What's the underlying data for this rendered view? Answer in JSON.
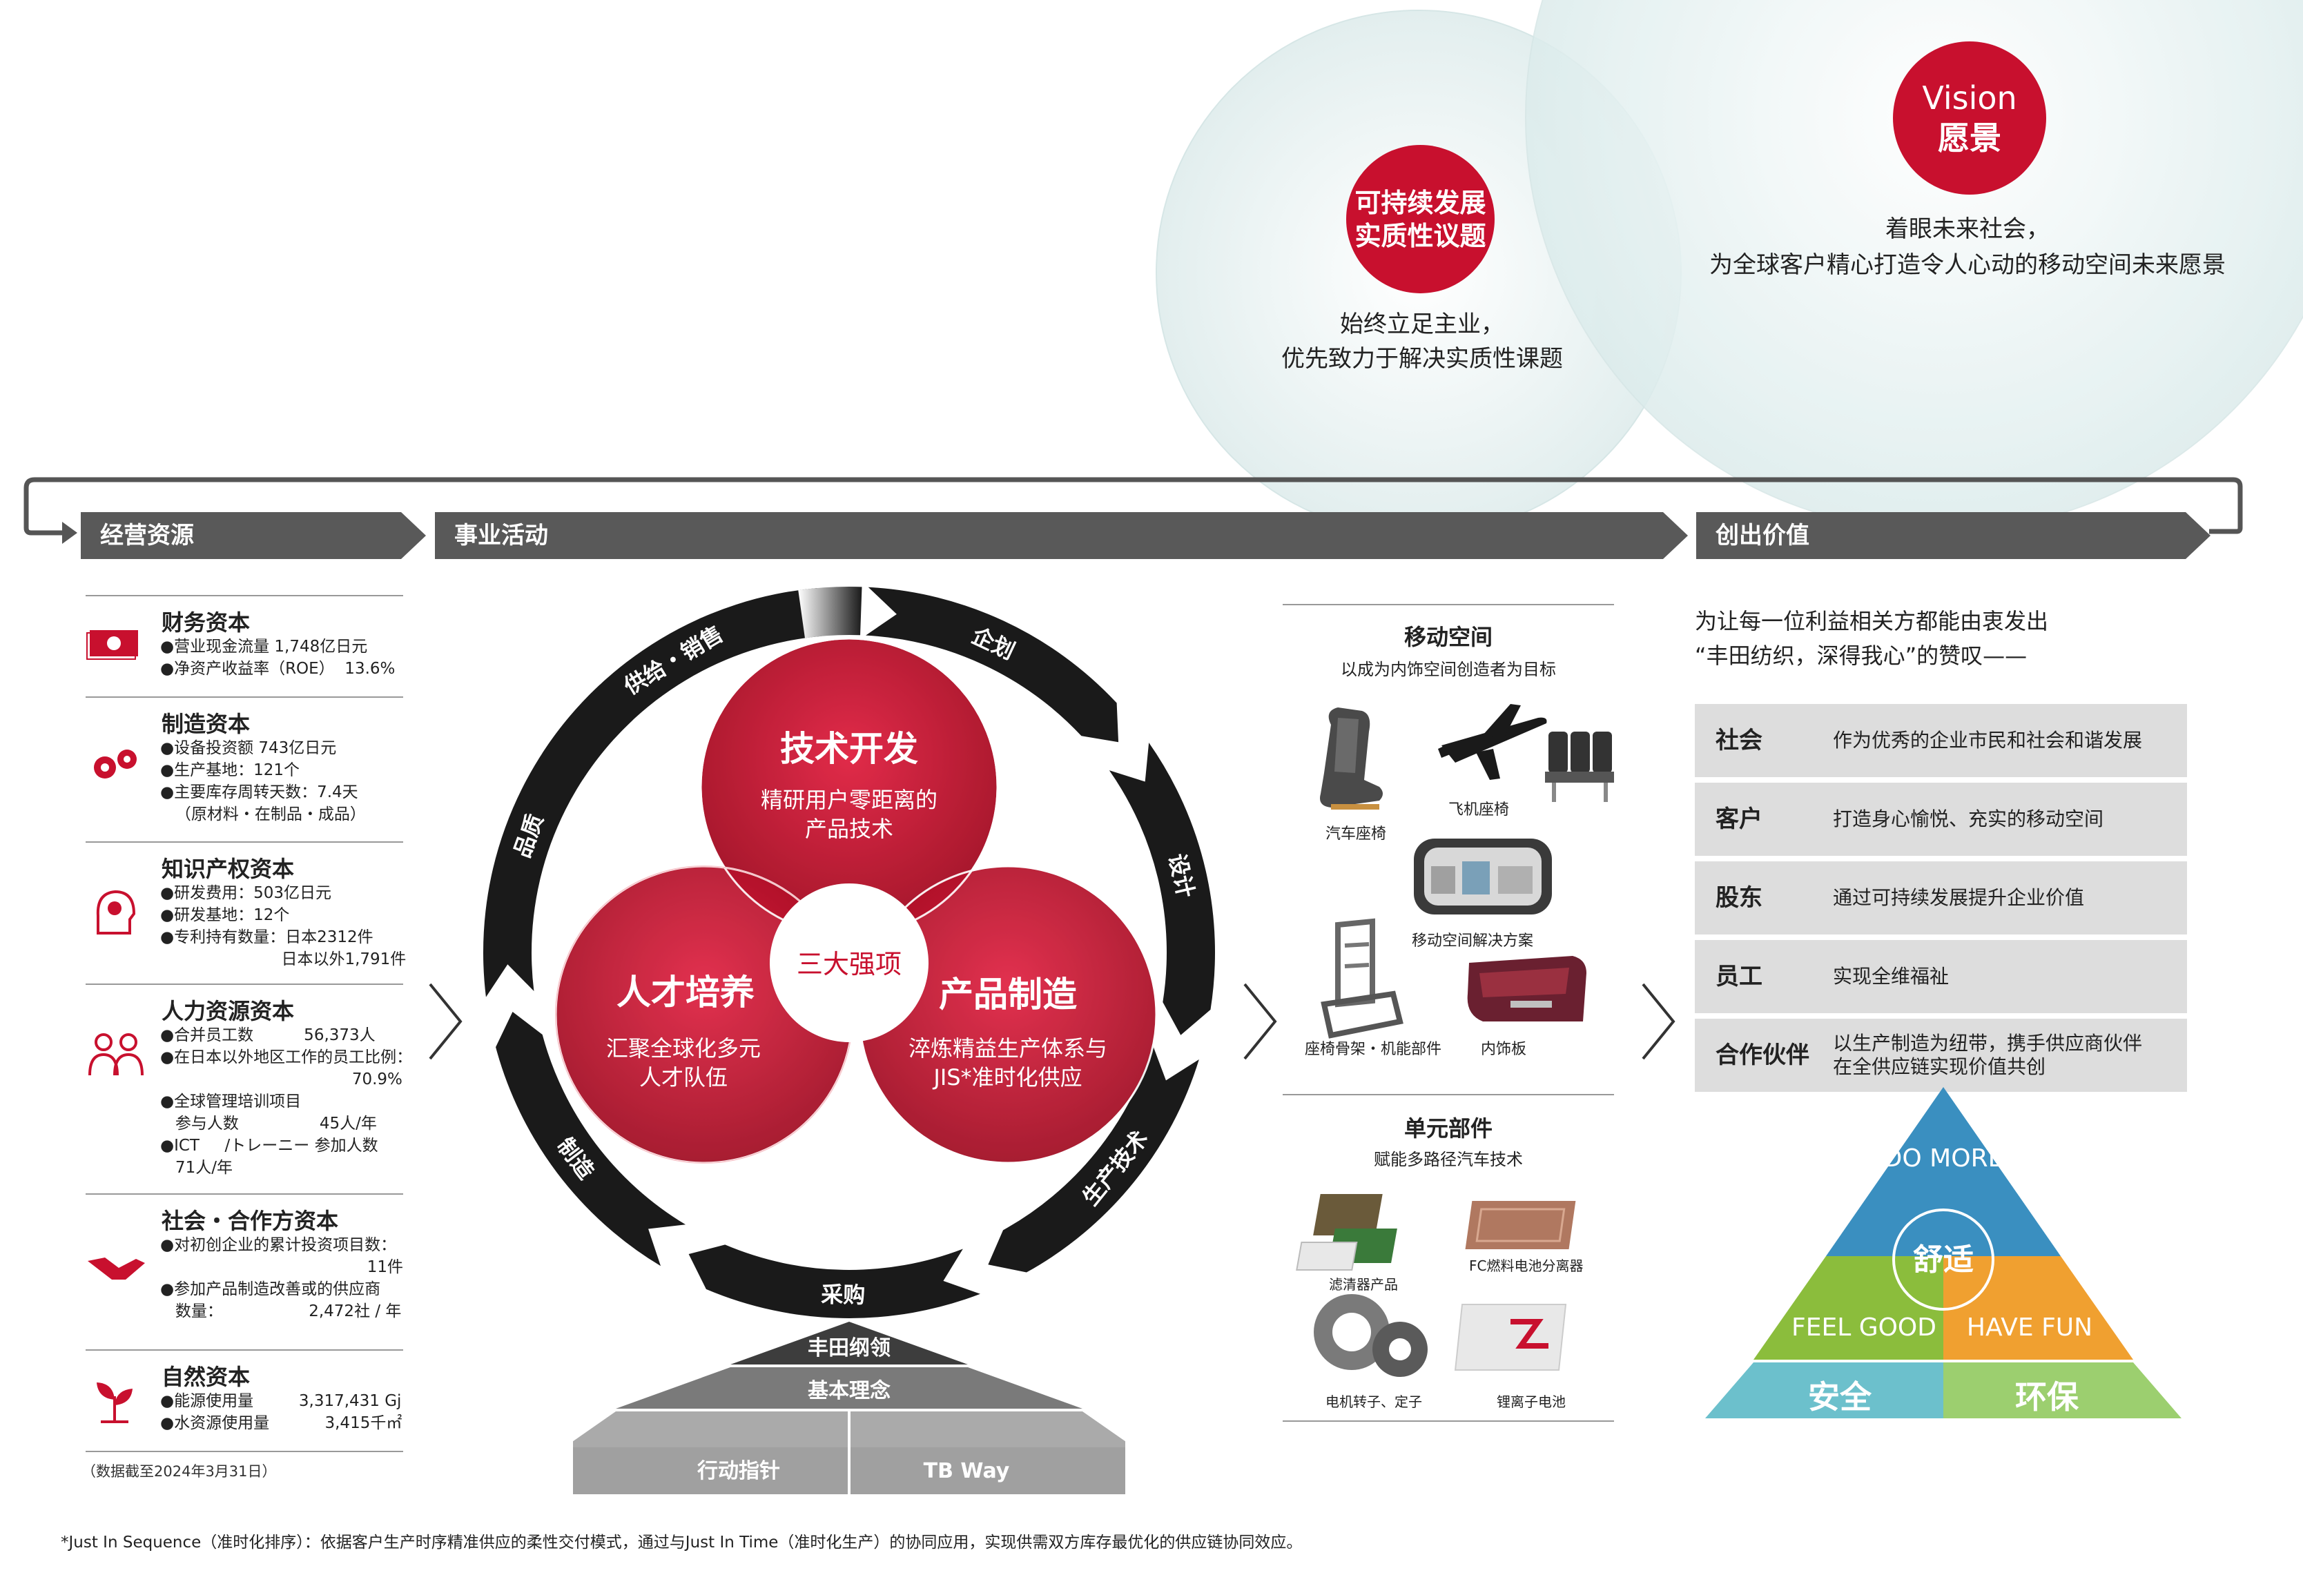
{
  "top": {
    "sustain_badge_line1": "可持续发展",
    "sustain_badge_line2": "实质性议题",
    "sustain_text_line1": "始终立足主业，",
    "sustain_text_line2": "优先致力于解决实质性课题",
    "vision_badge_line1": "Vision",
    "vision_badge_line2": "愿景",
    "vision_text_line1": "着眼未来社会，",
    "vision_text_line2": "为全球客户精心打造令人心动的移动空间未来愿景"
  },
  "headers": {
    "resources": "经营资源",
    "business": "事业活动",
    "value": "创出价值"
  },
  "resources": [
    {
      "title": "财务资本",
      "icon": "money-icon",
      "lines": [
        "●营业现金流量 1,748亿日元",
        "●净资产收益率（ROE）  13.6%"
      ]
    },
    {
      "title": "制造资本",
      "icon": "gears-icon",
      "lines": [
        "●设备投资额 743亿日元",
        "●生产基地：121个",
        "●主要库存周转天数：7.4天",
        "   （原材料・在制品・成品）"
      ]
    },
    {
      "title": "知识产权资本",
      "icon": "idea-head-icon",
      "lines": [
        "●研发费用：503亿日元",
        "●研发基地：12个",
        "●专利持有数量：日本2312件",
        "                        日本以外1,791件"
      ]
    },
    {
      "title": "人力资源资本",
      "icon": "people-icon",
      "lines": [
        "●合并员工数          56,373人",
        "●在日本以外地区工作的员工比例：",
        "                                      70.9%",
        "●全球管理培训项目",
        "   参与人数                45人/年",
        "●ICT     /トレーニー 参加人数",
        "   71人/年"
      ]
    },
    {
      "title": "社会・合作方资本",
      "icon": "handshake-icon",
      "lines": [
        "●对初创企业的累计投资项目数：",
        "                                         11件",
        "●参加产品制造改善或的供应商",
        "   数量：                 2,472社 / 年"
      ]
    },
    {
      "title": "自然资本",
      "icon": "plant-icon",
      "lines": [
        "●能源使用量         3,317,431 Gj",
        "●水资源使用量           3,415千㎡"
      ]
    }
  ],
  "resources_note": "（数据截至2024年3月31日）",
  "cycle": {
    "segments": [
      "供给・销售",
      "企划",
      "设计",
      "生产技术",
      "采购",
      "制造",
      "品质"
    ],
    "venn": {
      "tech_title": "技术开发",
      "tech_line1": "精研用户零距离的",
      "tech_line2": "产品技术",
      "talent_title": "人才培养",
      "talent_line1": "汇聚全球化多元",
      "talent_line2": "人才队伍",
      "mfg_title": "产品制造",
      "mfg_line1": "淬炼精益生产体系与",
      "mfg_line2": "JIS*准时化供应",
      "center": "三大强项"
    }
  },
  "pyramid_bottom": {
    "top": "丰田纲领",
    "middle": "基本理念",
    "bottom_left": "行动指针",
    "bottom_right": "TB Way"
  },
  "products": {
    "mobility_title": "移动空间",
    "mobility_sub": "以成为内饰空间创造者为目标",
    "items1": [
      "汽车座椅",
      "飞机座椅",
      "移动空间解决方案",
      "座椅骨架・机能部件",
      "内饰板"
    ],
    "unit_title": "单元部件",
    "unit_sub": "赋能多路径汽车技术",
    "items2": [
      "滤清器产品",
      "FC燃料电池分离器",
      "电机转子、定子",
      "锂离子电池"
    ]
  },
  "value": {
    "intro_line1": "为让每一位利益相关方都能由衷发出",
    "intro_line2": "“丰田纺织，深得我心”的赞叹——",
    "rows": [
      {
        "label": "社会",
        "desc": "作为优秀的企业市民和社会和谐发展"
      },
      {
        "label": "客户",
        "desc": "打造身心愉悦、充实的移动空间"
      },
      {
        "label": "股东",
        "desc": "通过可持续发展提升企业价值"
      },
      {
        "label": "员工",
        "desc": "实现全维福祉"
      },
      {
        "label": "合作伙伴",
        "desc": "以生产制造为纽带，携手供应商伙伴\n在全供应链实现价值共创"
      }
    ],
    "pyramid": {
      "do_more": "DO MORE",
      "comfort": "舒适",
      "feel_good": "FEEL GOOD",
      "have_fun": "HAVE FUN",
      "safety": "安全",
      "eco": "环保"
    }
  },
  "footnote": "*Just In Sequence（准时化排序）：依据客户生产时序精准供应的柔性交付模式，通过与Just In Time（准时化生产）的协同应用，实现供需双方库存最优化的供应链协同效应。",
  "colors": {
    "red": "#c8102e",
    "dark": "#1a1a1a",
    "gray": "#595959",
    "teal": "#5bb4c4",
    "blue": "#3a8fc0",
    "green": "#8bbd3c",
    "orange": "#f0a030",
    "sky": "#6cc0cc",
    "lime": "#9ccf6f"
  }
}
